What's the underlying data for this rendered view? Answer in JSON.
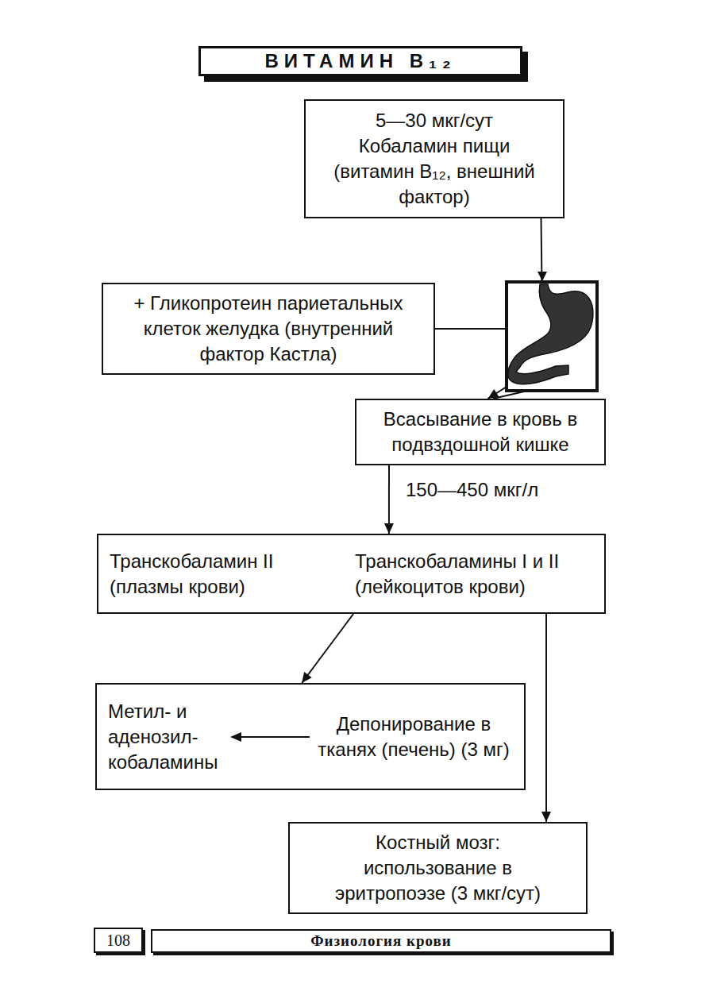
{
  "diagram": {
    "title": "ВИТАМИН B₁₂",
    "nodes": [
      {
        "text": [
          "5—30 мкг/сут Кобаламин пищи (витамин B₁₂, внешний фактор)"
        ]
      },
      {
        "text": [
          "+ Гликопротеин париетальных клеток желудка (внутренний фактор Кастла)"
        ]
      },
      {
        "text": [
          "Всасывание в кровь в подвздошной кишке"
        ]
      },
      {
        "text": [
          "Транскобаламин II (плазмы крови)",
          "Транскобаламины I и II (лейкоцитов крови)"
        ]
      },
      {
        "text": [
          "Метил- и аденозил- кобаламины",
          "Депонирование в тканях (печень) (3 мг)"
        ]
      },
      {
        "text": [
          "Костный мозг: использование в эритропоэзе (3 мкг/сут)"
        ]
      }
    ],
    "edges": [
      {
        "from": 0,
        "to": 2,
        "arrow": "to"
      },
      {
        "from": 1,
        "to": 2,
        "arrow": "none"
      },
      {
        "from": 2,
        "to": 3,
        "label": "150—450 мкг/л",
        "arrow": "to"
      },
      {
        "from": 3,
        "to": 4,
        "arrow": "to"
      },
      {
        "from": 3,
        "to": 5,
        "arrow": "to"
      }
    ],
    "labels": [
      "108",
      "Физиология крови"
    ]
  }
}
